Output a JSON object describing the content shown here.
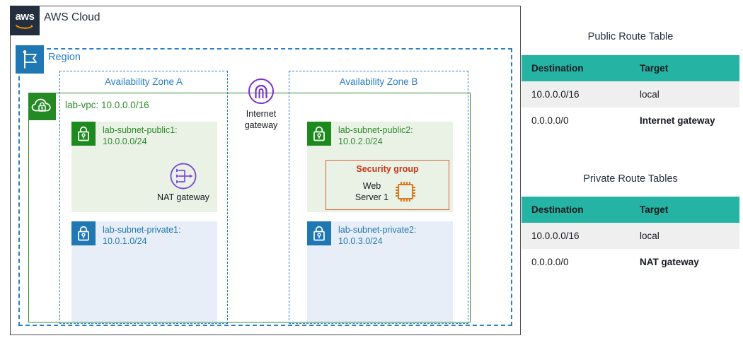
{
  "cloud": {
    "label": "AWS Cloud",
    "logo_text": "aws",
    "logo_icon": "aws-logo-icon",
    "border_color": "#4a4a4a"
  },
  "region": {
    "label": "Region",
    "icon": "region-flag-icon",
    "accent_color": "#2a7fc9"
  },
  "vpc": {
    "label": "lab-vpc: 10.0.0.0/16",
    "icon": "vpc-cloud-lock-icon",
    "accent_color": "#2e8b2e"
  },
  "availability_zones": [
    {
      "label": "Availability Zone A"
    },
    {
      "label": "Availability Zone B"
    }
  ],
  "subnets": [
    {
      "name": "lab-subnet-public1",
      "label": "lab-subnet-public1:\n10.0.0.0/24",
      "type": "public",
      "icon": "subnet-lock-icon",
      "fill": "#eaf2e5",
      "accent_color": "#2e8b2e"
    },
    {
      "name": "lab-subnet-private1",
      "label": "lab-subnet-private1:\n10.0.1.0/24",
      "type": "private",
      "icon": "subnet-lock-icon",
      "fill": "#e7eef7",
      "accent_color": "#1f77b4"
    },
    {
      "name": "lab-subnet-public2",
      "label": "lab-subnet-public2:\n10.0.2.0/24",
      "type": "public",
      "icon": "subnet-lock-icon",
      "fill": "#eaf2e5",
      "accent_color": "#2e8b2e"
    },
    {
      "name": "lab-subnet-private2",
      "label": "lab-subnet-private2:\n10.0.3.0/24",
      "type": "private",
      "icon": "subnet-lock-icon",
      "fill": "#e7eef7",
      "accent_color": "#1f77b4"
    }
  ],
  "nat_gateway": {
    "label": "NAT gateway",
    "icon": "nat-gateway-icon",
    "color": "#7b4fd0"
  },
  "internet_gateway": {
    "label": "Internet\ngateway",
    "icon": "internet-gateway-icon",
    "color": "#7b2fd0"
  },
  "security_group": {
    "title": "Security group",
    "instance_label": "Web\nServer 1",
    "instance_icon": "cpu-chip-icon",
    "border_color": "#d95f3b",
    "title_color": "#c7361a",
    "icon_color": "#d9791f"
  },
  "route_tables": [
    {
      "title": "Public Route Table",
      "columns": [
        "Destination",
        "Target"
      ],
      "rows": [
        {
          "destination": "10.0.0.0/16",
          "target": "local",
          "bold": false
        },
        {
          "destination": "0.0.0.0/0",
          "target": "Internet gateway",
          "bold": true
        }
      ],
      "header_color": "#25B3A4"
    },
    {
      "title": "Private Route Tables",
      "columns": [
        "Destination",
        "Target"
      ],
      "rows": [
        {
          "destination": "10.0.0.0/16",
          "target": "local",
          "bold": false
        },
        {
          "destination": "0.0.0.0/0",
          "target": "NAT gateway",
          "bold": true
        }
      ],
      "header_color": "#25B3A4"
    }
  ]
}
